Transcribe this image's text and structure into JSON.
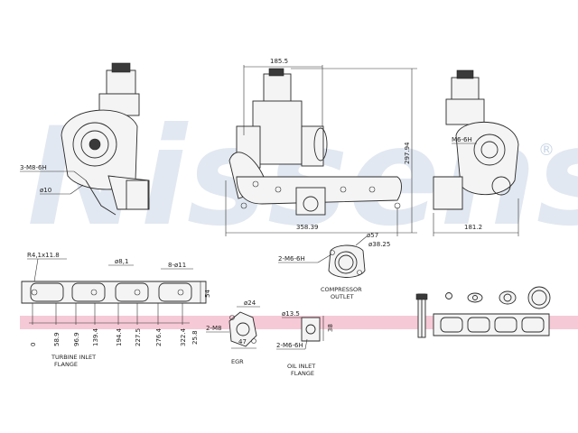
{
  "watermark": {
    "brand": "Nissens",
    "mark": "®"
  },
  "dimensions": {
    "top_width": "185.5",
    "height": "297.94",
    "bottom_width": "358.39",
    "side_width": "181.2",
    "side_thread": "M6-6H",
    "left_thread": "3-M8-6H",
    "left_hole": "ø10",
    "flange_radius": "R4,1x11.8",
    "flange_dia_small": "ø8,1",
    "flange_bolt": "8-ø11",
    "flange_height": "54",
    "flange_base": "25.8",
    "flange_ticks": [
      "0",
      "58.9",
      "96.9",
      "139.4",
      "194.4",
      "227.5",
      "276.4",
      "322.4"
    ],
    "comp_thread": "2-M6-6H",
    "comp_outer": "ø57",
    "comp_inner": "ø38.25",
    "egr_dia": "ø24",
    "egr_thread": "2-M8",
    "egr_width": "47",
    "oil_dia": "ø13.5",
    "oil_height": "38",
    "oil_thread": "2-M6-6H"
  },
  "captions": {
    "compressor_outlet": [
      "COMPRESSOR",
      "OUTLET"
    ],
    "turbine_inlet": [
      "TURBINE INLET",
      "FLANGE"
    ],
    "egr": "EGR",
    "oil_inlet": [
      "OIL INLET",
      "FLANGE"
    ]
  },
  "colors": {
    "band": "#f6c9d6",
    "watermark": "#c9d6e6"
  }
}
